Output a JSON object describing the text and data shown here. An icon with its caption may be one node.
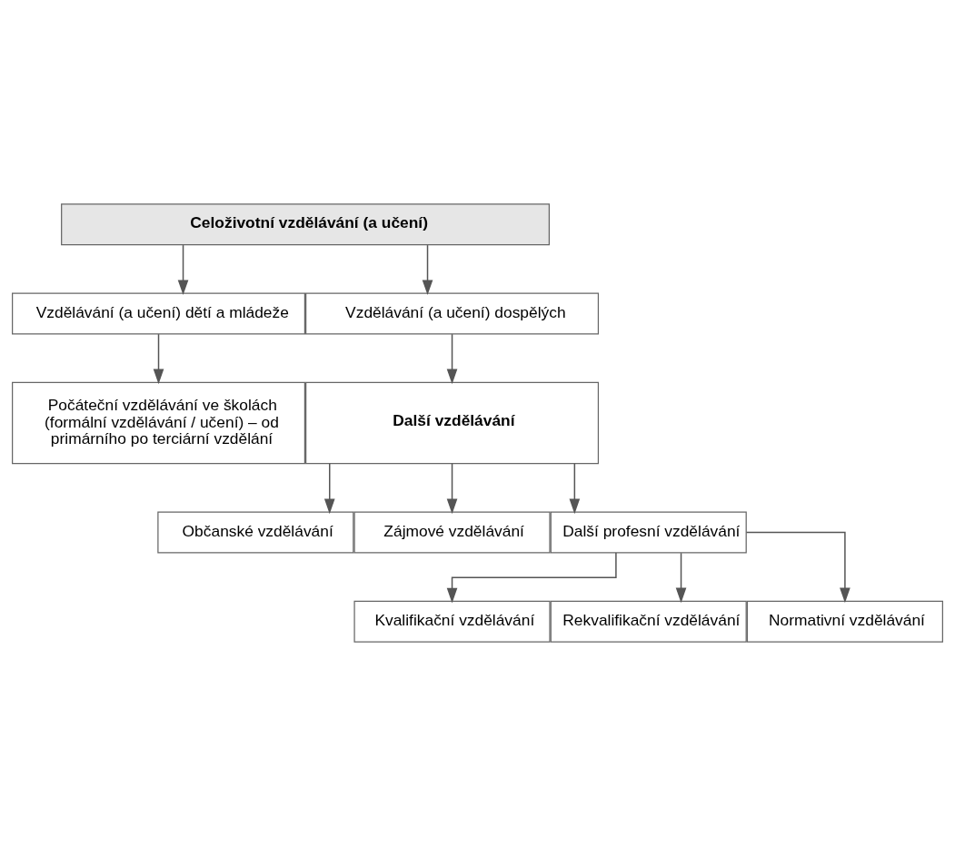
{
  "diagram": {
    "nodes": [
      {
        "text": [
          "Celoživotní vzdělávání (a učení)"
        ]
      },
      {
        "text": [
          "Vzdělávání (a učení) dětí a mládeže"
        ]
      },
      {
        "text": [
          "Vzdělávání (a učení) dospělých"
        ]
      },
      {
        "text": [
          "Počáteční vzdělávání ve školách (formální vzdělávání / učení) – od primárního po terciární vzdělání"
        ]
      },
      {
        "text": [
          "Další vzdělávání"
        ]
      },
      {
        "text": [
          "Občanské vzdělávání"
        ]
      },
      {
        "text": [
          "Zájmové vzdělávání"
        ]
      },
      {
        "text": [
          "Další profesní vzdělávání"
        ]
      },
      {
        "text": [
          "Kvalifikační vzdělávání"
        ]
      },
      {
        "text": [
          "Rekvalifikační vzdělávání"
        ]
      },
      {
        "text": [
          "Normativní vzdělávání"
        ]
      }
    ],
    "edges": [
      {
        "from": 0,
        "to": 1,
        "arrow": "to"
      },
      {
        "from": 0,
        "to": 2,
        "arrow": "to"
      },
      {
        "from": 1,
        "to": 3,
        "arrow": "to"
      },
      {
        "from": 2,
        "to": 4,
        "arrow": "to"
      },
      {
        "from": 4,
        "to": 5,
        "arrow": "to"
      },
      {
        "from": 4,
        "to": 6,
        "arrow": "to"
      },
      {
        "from": 4,
        "to": 7,
        "arrow": "to"
      },
      {
        "from": 7,
        "to": 8,
        "arrow": "to"
      },
      {
        "from": 7,
        "to": 9,
        "arrow": "to"
      },
      {
        "from": 7,
        "to": 10,
        "arrow": "to"
      }
    ]
  }
}
